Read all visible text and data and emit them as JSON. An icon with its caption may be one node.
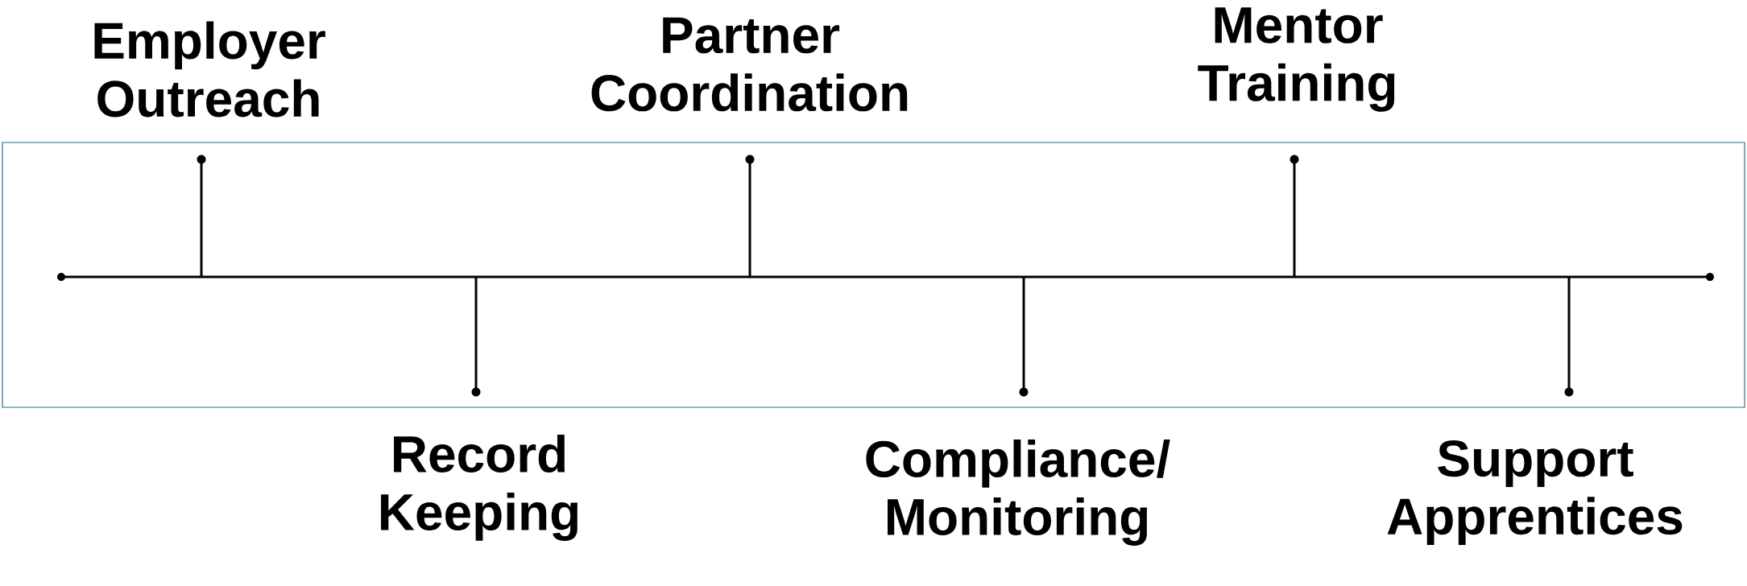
{
  "diagram": {
    "labels": [
      "Employer Outreach",
      "Partner Coordination",
      "Mentor Training",
      "Record Keeping",
      "Compliance/ Monitoring",
      "Support Apprentices"
    ]
  }
}
